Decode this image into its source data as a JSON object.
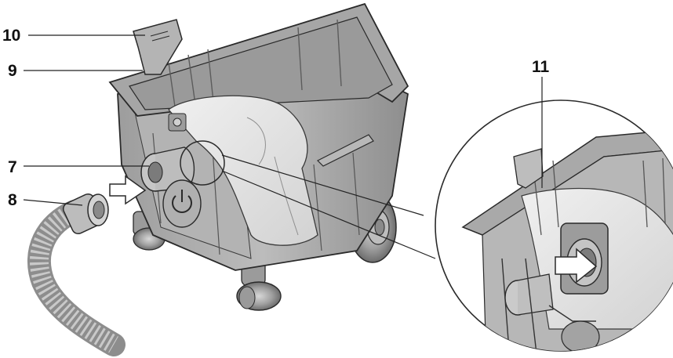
{
  "callouts": {
    "c10": "10",
    "c9": "9",
    "c7": "7",
    "c8": "8",
    "c11": "11"
  },
  "colors": {
    "body_light": "#c9c9c9",
    "body_mid": "#a8a8a8",
    "body_dark": "#7f7f7f",
    "filter_bag": "#e6e6e6",
    "outline": "#2a2a2a",
    "hose": "#bdbdbd"
  }
}
